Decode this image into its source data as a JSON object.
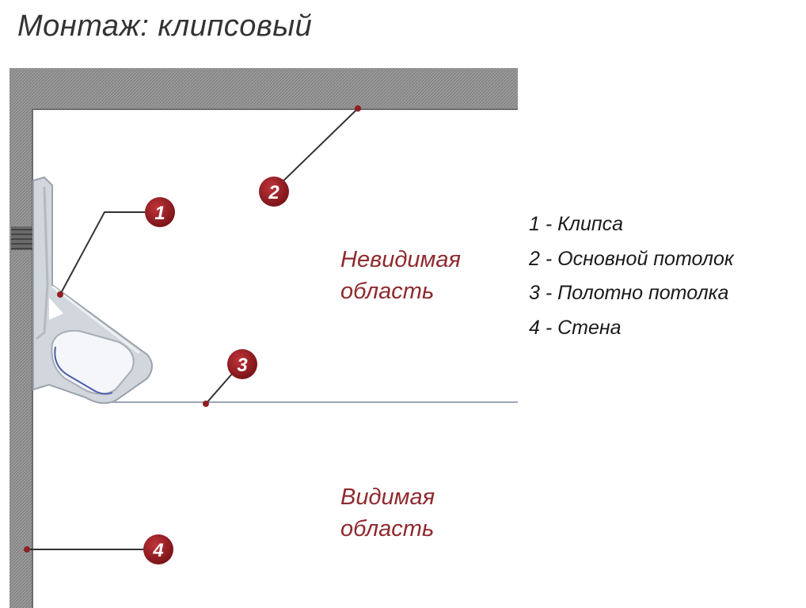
{
  "title": "Монтаж: клипсовый",
  "zones": {
    "invisible": [
      "Невидимая",
      "область"
    ],
    "visible": [
      "Видимая",
      "область"
    ]
  },
  "markers": [
    "1",
    "2",
    "3",
    "4"
  ],
  "legend": [
    "1 - Клипса",
    "2 - Основной потолок",
    "3 - Полотно потолка",
    "4 - Стена"
  ],
  "colors": {
    "marker_fill": "#8e1f23",
    "zone_text": "#8e2a2e",
    "wall_fill": "#8a8a8a",
    "canvas_line": "#9aa6b8"
  }
}
